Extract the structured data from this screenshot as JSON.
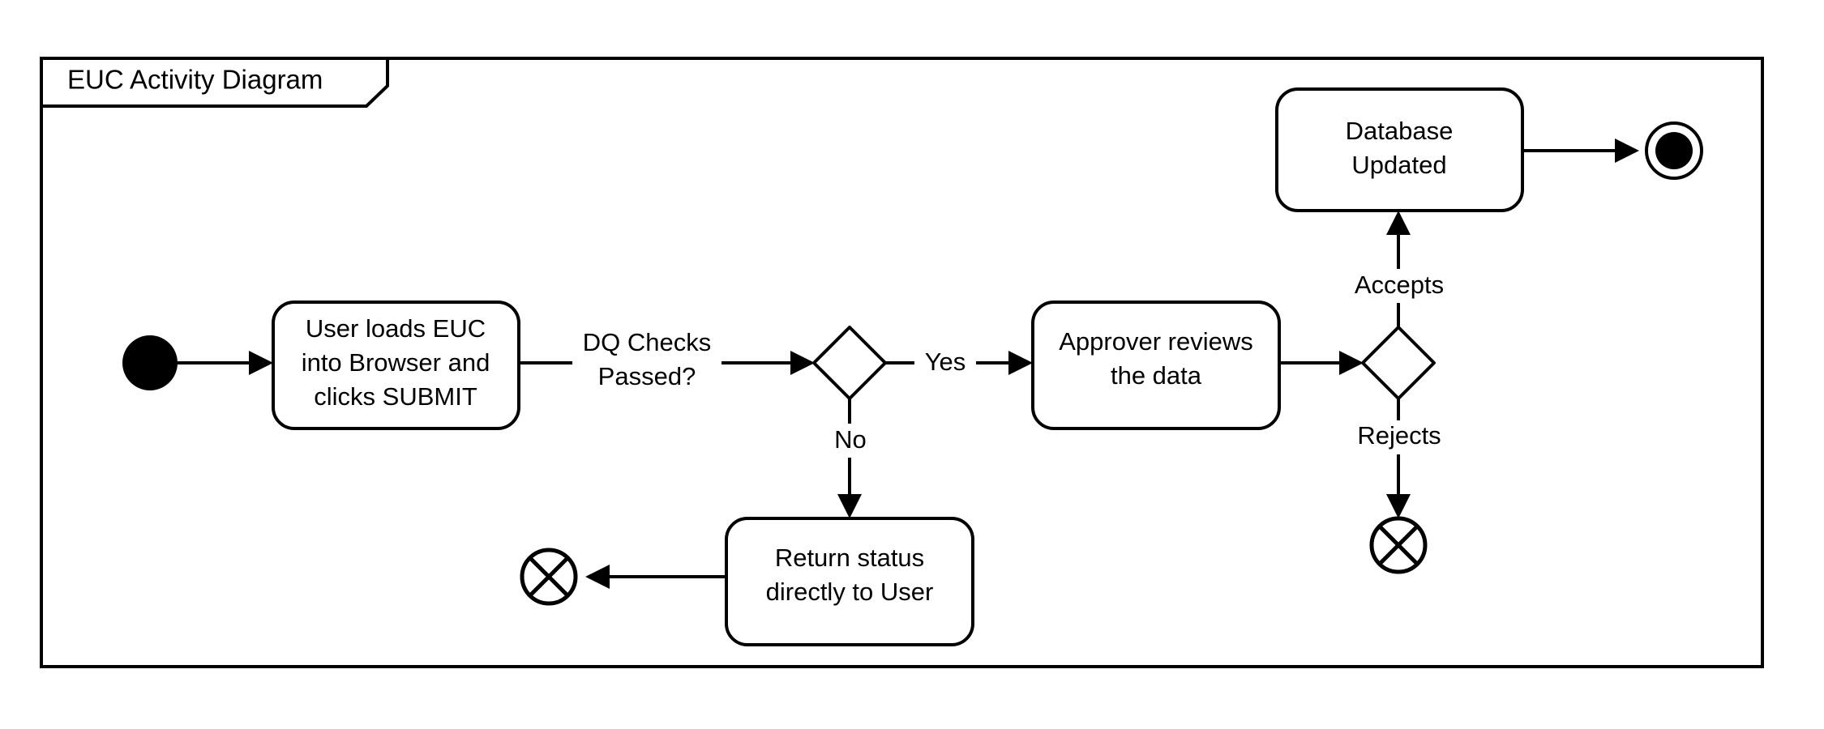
{
  "frame": {
    "title": "EUC Activity Diagram",
    "border_color": "#000000",
    "background_color": "#ffffff"
  },
  "diagram": {
    "type": "uml-activity-diagram",
    "stroke_color": "#000000",
    "fill_color": "#ffffff",
    "nodes": [
      {
        "id": "start",
        "kind": "initial-node",
        "label": ""
      },
      {
        "id": "load-euc",
        "kind": "action",
        "line1": "User loads EUC",
        "line2": "into Browser and",
        "line3": "clicks SUBMIT"
      },
      {
        "id": "dq-decision",
        "kind": "decision",
        "label": ""
      },
      {
        "id": "return-status",
        "kind": "action",
        "line1": "Return status",
        "line2": "directly to User"
      },
      {
        "id": "flow-final-user",
        "kind": "flow-final",
        "label": ""
      },
      {
        "id": "approver-review",
        "kind": "action",
        "line1": "Approver reviews",
        "line2": "the data"
      },
      {
        "id": "approval-decision",
        "kind": "decision",
        "label": ""
      },
      {
        "id": "database-updated",
        "kind": "action",
        "line1": "Database",
        "line2": "Updated"
      },
      {
        "id": "flow-final-reject",
        "kind": "flow-final",
        "label": ""
      },
      {
        "id": "end",
        "kind": "final-node",
        "label": ""
      }
    ],
    "edges": [
      {
        "id": "e-start-load",
        "from": "start",
        "to": "load-euc",
        "label": ""
      },
      {
        "id": "e-load-dq",
        "from": "load-euc",
        "to": "dq-decision",
        "label_line1": "DQ Checks",
        "label_line2": "Passed?"
      },
      {
        "id": "e-dq-yes",
        "from": "dq-decision",
        "to": "approver-review",
        "label": "Yes"
      },
      {
        "id": "e-dq-no",
        "from": "dq-decision",
        "to": "return-status",
        "label": "No"
      },
      {
        "id": "e-return-final",
        "from": "return-status",
        "to": "flow-final-user",
        "label": ""
      },
      {
        "id": "e-review-decision",
        "from": "approver-review",
        "to": "approval-decision",
        "label": ""
      },
      {
        "id": "e-accepts",
        "from": "approval-decision",
        "to": "database-updated",
        "label": "Accepts"
      },
      {
        "id": "e-rejects",
        "from": "approval-decision",
        "to": "flow-final-reject",
        "label": "Rejects"
      },
      {
        "id": "e-db-end",
        "from": "database-updated",
        "to": "end",
        "label": ""
      }
    ]
  }
}
